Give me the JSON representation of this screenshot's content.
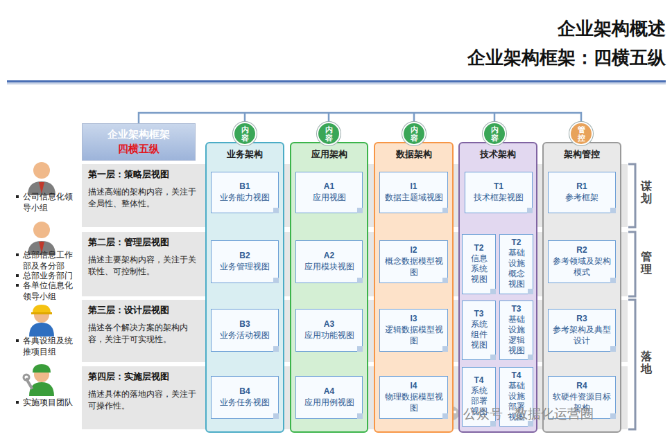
{
  "diagram": {
    "title": "企业架构概述",
    "nodes": [
      {
        "text": [
          "企业架构框架",
          "四横五纵"
        ]
      },
      {
        "text": [
          "内容"
        ]
      },
      {
        "text": [
          "内容"
        ]
      },
      {
        "text": [
          "内容"
        ]
      },
      {
        "text": [
          "内容"
        ]
      },
      {
        "text": [
          "管控"
        ]
      },
      {
        "text": [
          "业务架构"
        ]
      },
      {
        "text": [
          "应用架构"
        ]
      },
      {
        "text": [
          "数据架构"
        ]
      },
      {
        "text": [
          "技术架构"
        ]
      },
      {
        "text": [
          "架构管控"
        ]
      },
      {
        "text": [
          "第一层：策略层视图",
          "描述高端的架构内容，关注于全局性、整体性。"
        ]
      },
      {
        "text": [
          "第二层：管理层视图",
          "描述主要架构内容，关注于关联性、可控制性。"
        ]
      },
      {
        "text": [
          "第三层：设计层视图",
          "描述各个解决方案的架构内容，关注于可实现性。"
        ]
      },
      {
        "text": [
          "第四层：实施层视图",
          "描述具体的落地内容，关注于可操作性。"
        ]
      },
      {
        "text": [
          "B1",
          "业务能力视图"
        ],
        "in": 6
      },
      {
        "text": [
          "A1",
          "应用视图"
        ],
        "in": 7
      },
      {
        "text": [
          "I1",
          "数据主题域视图"
        ],
        "in": 8
      },
      {
        "text": [
          "T1",
          "技术框架视图"
        ],
        "in": 9
      },
      {
        "text": [
          "R1",
          "参考框架"
        ],
        "in": 10
      },
      {
        "text": [
          "B2",
          "业务管理视图"
        ],
        "in": 6
      },
      {
        "text": [
          "A2",
          "应用模块视图"
        ],
        "in": 7
      },
      {
        "text": [
          "I2",
          "概念数据模型视图"
        ],
        "in": 8
      },
      {
        "text": [
          "T2",
          "信息系统视图"
        ],
        "in": 9
      },
      {
        "text": [
          "T2",
          "基础设施概念视图"
        ],
        "in": 9
      },
      {
        "text": [
          "R2",
          "参考领域及架构模式"
        ],
        "in": 10
      },
      {
        "text": [
          "B3",
          "业务活动视图"
        ],
        "in": 6
      },
      {
        "text": [
          "A3",
          "应用功能视图"
        ],
        "in": 7
      },
      {
        "text": [
          "I3",
          "逻辑数据模型视图"
        ],
        "in": 8
      },
      {
        "text": [
          "T3",
          "系统组件视图"
        ],
        "in": 9
      },
      {
        "text": [
          "T3",
          "基础设施逻辑视图"
        ],
        "in": 9
      },
      {
        "text": [
          "R3",
          "参考架构及典型设计"
        ],
        "in": 10
      },
      {
        "text": [
          "B4",
          "业务任务视图"
        ],
        "in": 6
      },
      {
        "text": [
          "A4",
          "应用用例视图"
        ],
        "in": 7
      },
      {
        "text": [
          "I4",
          "物理数据模型视图"
        ],
        "in": 8
      },
      {
        "text": [
          "T4",
          "系统部署视图"
        ],
        "in": 9
      },
      {
        "text": [
          "T4",
          "基础设施部署视图"
        ],
        "in": 9
      },
      {
        "text": [
          "R4",
          "软硬件资源目标架构"
        ],
        "in": 10
      }
    ],
    "labels": [
      "企业架构框架：四横五纵",
      "公司信息化领导小组",
      "总部信息工作部及各分部",
      "总部业务部门",
      "各单位信息化领导小组",
      "各典设组及统推项目组",
      "实施项目团队",
      "谋划",
      "管理",
      "落地",
      "公众号 · 数据化运营圈"
    ]
  }
}
